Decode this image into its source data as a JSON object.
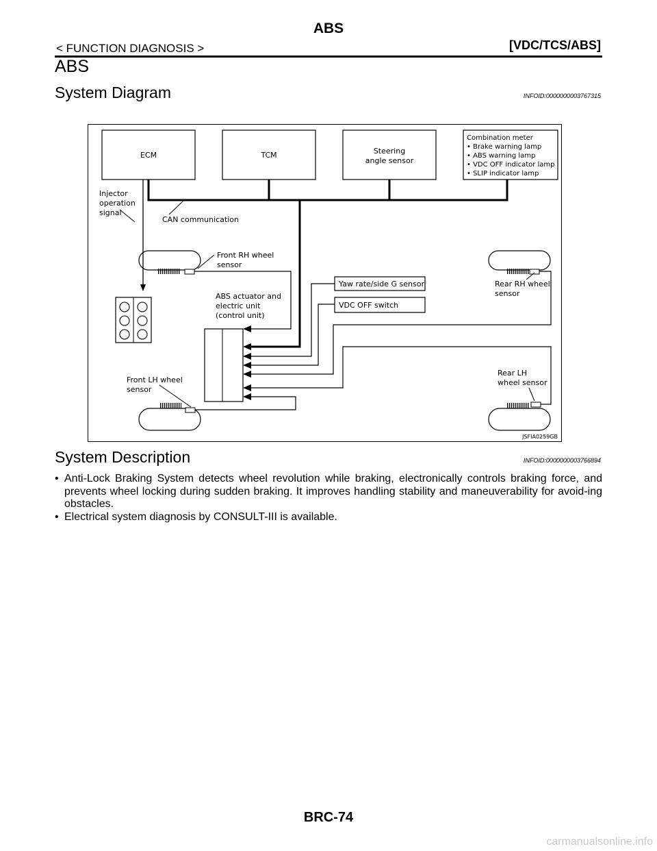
{
  "header": {
    "title": "ABS",
    "breadcrumb": "< FUNCTION DIAGNOSIS >",
    "section_code": "[VDC/TCS/ABS]"
  },
  "section_title": "ABS",
  "system_diagram": {
    "title": "System Diagram",
    "infoid": "INFOID:0000000003767315",
    "figure_id": "JSFIA0259GB",
    "labels": {
      "ecm": "ECM",
      "tcm": "TCM",
      "steering_1": "Steering",
      "steering_2": "angle sensor",
      "combo_title": "Combination meter",
      "combo_items": [
        "• Brake warning lamp",
        "• ABS warning lamp",
        "• VDC OFF indicator lamp",
        "• SLIP indicator lamp"
      ],
      "injector": [
        "Injector",
        "operation",
        "signal"
      ],
      "can": "CAN communication",
      "front_rh": [
        "Front RH wheel",
        "sensor"
      ],
      "rear_rh": [
        "Rear RH wheel",
        "sensor"
      ],
      "yaw": "Yaw rate/side G sensor",
      "vdc_off": "VDC OFF switch",
      "abs_unit": [
        "ABS actuator and",
        "electric unit",
        "(control unit)"
      ],
      "front_lh": [
        "Front LH wheel",
        "sensor"
      ],
      "rear_lh": [
        "Rear LH",
        "wheel sensor"
      ]
    }
  },
  "system_description": {
    "title": "System Description",
    "infoid": "INFOID:0000000003766894",
    "bullets": [
      "Anti-Lock Braking System detects wheel revolution while braking, electronically controls braking force, and prevents wheel locking during sudden braking. It improves handling stability and maneuverability for avoid-ing obstacles.",
      "Electrical system diagnosis by CONSULT-III is available."
    ]
  },
  "page_number": "BRC-74",
  "watermark": "carmanualsonline.info"
}
